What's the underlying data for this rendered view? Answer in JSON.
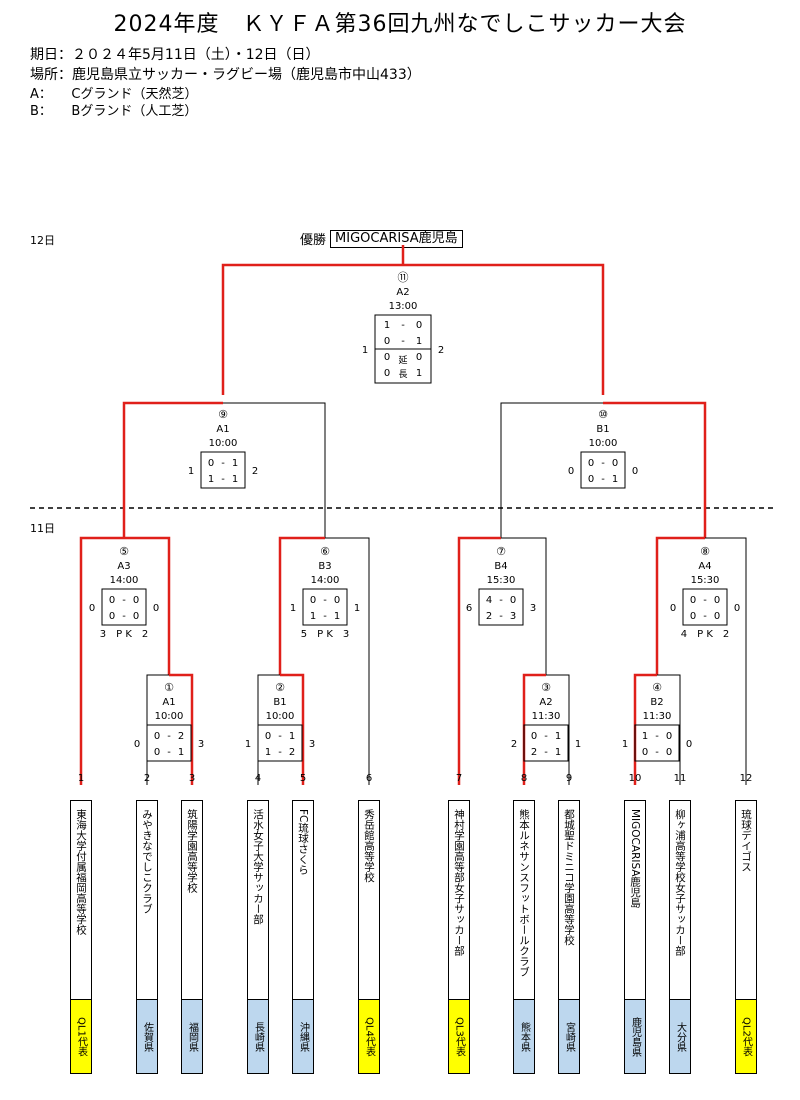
{
  "title": "2024年度　ＫＹＦＡ第36回九州なでしこサッカー大会",
  "info": [
    "期日：２０２４年5月11日（土）・12日（日）",
    "場所：鹿児島県立サッカー・ラグビー場（鹿児島市中山433）",
    "A：　　Cグランド（天然芝）",
    "B：　　Bグランド（人工芝）"
  ],
  "day12": "12日",
  "day11": "11日",
  "champion_label": "優勝",
  "champion": "MIGOCARISA鹿児島",
  "pk_text": "P K",
  "extra_time": "延長",
  "colors": {
    "winner_line": "#e0201a",
    "line": "#000000",
    "pref_bg": "#bdd7ee",
    "ql_bg": "#ffff00"
  },
  "teams": [
    {
      "no": "1",
      "name": "東海大学付属福岡高等学校",
      "pref": "QL1代表",
      "ql": true
    },
    {
      "no": "2",
      "name": "みやきなでしこクラブ",
      "pref": "佐賀県",
      "ql": false
    },
    {
      "no": "3",
      "name": "筑陽学園高等学校",
      "pref": "福岡県",
      "ql": false
    },
    {
      "no": "4",
      "name": "活水女子大学サッカー部",
      "pref": "長崎県",
      "ql": false
    },
    {
      "no": "5",
      "name": "FC琉球さくら",
      "pref": "沖縄県",
      "ql": false
    },
    {
      "no": "6",
      "name": "秀岳館高等学校",
      "pref": "QL4代表",
      "ql": true
    },
    {
      "no": "7",
      "name": "神村学園高等部女子サッカー部",
      "pref": "QL3代表",
      "ql": true
    },
    {
      "no": "8",
      "name": "熊本ルネサンスフットボールクラブ",
      "pref": "熊本県",
      "ql": false
    },
    {
      "no": "9",
      "name": "都城聖ドミニコ学園高等学校",
      "pref": "宮崎県",
      "ql": false
    },
    {
      "no": "10",
      "name": "MIGOCARISA鹿児島",
      "pref": "鹿児島県",
      "ql": false
    },
    {
      "no": "11",
      "name": "柳ヶ浦高等学校女子サッカー部",
      "pref": "大分県",
      "ql": false
    },
    {
      "no": "12",
      "name": "琉球デイゴス",
      "pref": "QL2代表",
      "ql": true
    }
  ],
  "matches": [
    {
      "id": "m1",
      "num": "①",
      "venue": "A1",
      "time": "10:00",
      "left": "0",
      "right": "3",
      "rows": [
        [
          "0",
          "2"
        ],
        [
          "0",
          "1"
        ]
      ],
      "pk": null
    },
    {
      "id": "m2",
      "num": "②",
      "venue": "B1",
      "time": "10:00",
      "left": "1",
      "right": "3",
      "rows": [
        [
          "0",
          "1"
        ],
        [
          "1",
          "2"
        ]
      ],
      "pk": null
    },
    {
      "id": "m3",
      "num": "③",
      "venue": "A2",
      "time": "11:30",
      "left": "2",
      "right": "1",
      "rows": [
        [
          "0",
          "1"
        ],
        [
          "2",
          "1"
        ]
      ],
      "pk": null
    },
    {
      "id": "m4",
      "num": "④",
      "venue": "B2",
      "time": "11:30",
      "left": "1",
      "right": "0",
      "rows": [
        [
          "1",
          "0"
        ],
        [
          "0",
          "0"
        ]
      ],
      "pk": null
    },
    {
      "id": "m5",
      "num": "⑤",
      "venue": "A3",
      "time": "14:00",
      "left": "0",
      "right": "0",
      "rows": [
        [
          "0",
          "0"
        ],
        [
          "0",
          "0"
        ]
      ],
      "pk": [
        "3",
        "2"
      ]
    },
    {
      "id": "m6",
      "num": "⑥",
      "venue": "B3",
      "time": "14:00",
      "left": "1",
      "right": "1",
      "rows": [
        [
          "0",
          "0"
        ],
        [
          "1",
          "1"
        ]
      ],
      "pk": [
        "5",
        "3"
      ]
    },
    {
      "id": "m7",
      "num": "⑦",
      "venue": "B4",
      "time": "15:30",
      "left": "6",
      "right": "3",
      "rows": [
        [
          "4",
          "0"
        ],
        [
          "2",
          "3"
        ]
      ],
      "pk": null
    },
    {
      "id": "m8",
      "num": "⑧",
      "venue": "A4",
      "time": "15:30",
      "left": "0",
      "right": "0",
      "rows": [
        [
          "0",
          "0"
        ],
        [
          "0",
          "0"
        ]
      ],
      "pk": [
        "4",
        "2"
      ]
    },
    {
      "id": "m9",
      "num": "⑨",
      "venue": "A1",
      "time": "10:00",
      "left": "1",
      "right": "2",
      "rows": [
        [
          "0",
          "1"
        ],
        [
          "1",
          "1"
        ]
      ],
      "pk": null
    },
    {
      "id": "m10",
      "num": "⑩",
      "venue": "B1",
      "time": "10:00",
      "left": "0",
      "right": "0",
      "rows": [
        [
          "0",
          "0"
        ],
        [
          "0",
          "1"
        ]
      ],
      "pk": null
    },
    {
      "id": "m11",
      "num": "⑪",
      "venue": "A2",
      "time": "13:00",
      "left": "1",
      "right": "2",
      "rows": [
        [
          "1",
          "0"
        ],
        [
          "0",
          "1"
        ],
        [
          "0",
          "0"
        ],
        [
          "0",
          "1"
        ]
      ],
      "pk": null
    }
  ]
}
